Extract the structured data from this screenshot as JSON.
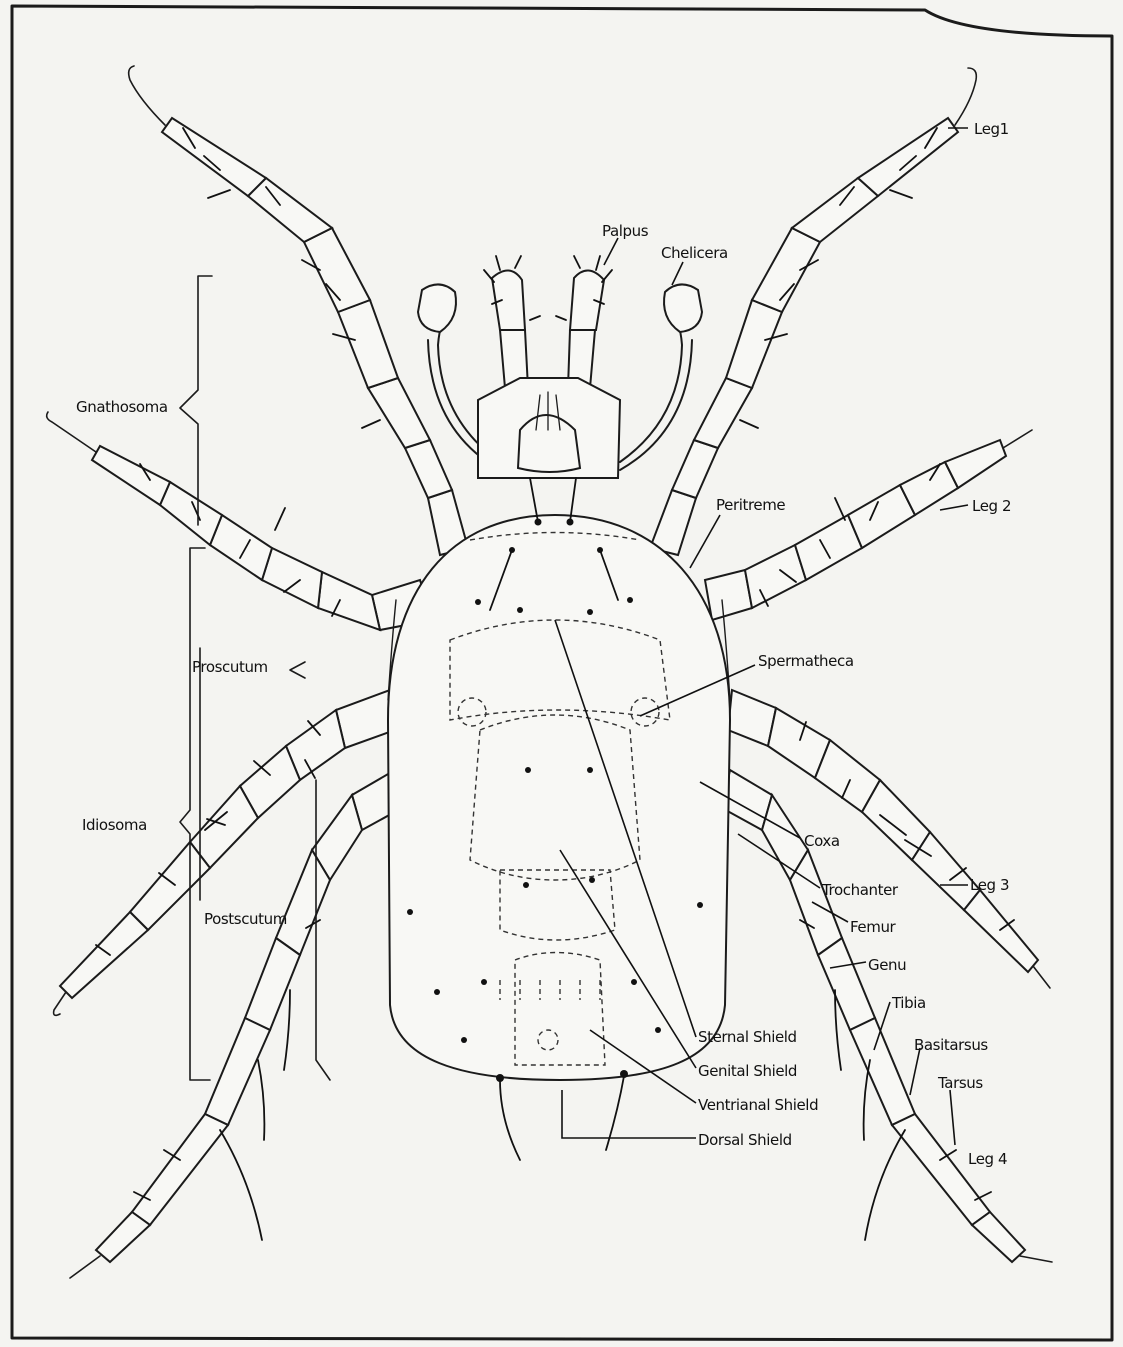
{
  "labels": {
    "leg1": "Leg1",
    "palpus": "Palpus",
    "chelicera": "Chelicera",
    "gnathosoma": "Gnathosoma",
    "peritreme": "Peritreme",
    "leg2": "Leg 2",
    "proscutum": "Proscutum",
    "spermatheca": "Spermatheca",
    "idiosoma": "Idiosoma",
    "coxa": "Coxa",
    "trochanter": "Trochanter",
    "leg3": "Leg 3",
    "postscutum": "Postscutum",
    "femur": "Femur",
    "genu": "Genu",
    "tibia": "Tibia",
    "basitarsus": "Basitarsus",
    "tarsus": "Tarsus",
    "sternal_shield": "Sternal Shield",
    "genital_shield": "Genital Shield",
    "ventrianal_shield": "Ventrianal Shield",
    "dorsal_shield": "Dorsal Shield",
    "leg4": "Leg 4"
  }
}
